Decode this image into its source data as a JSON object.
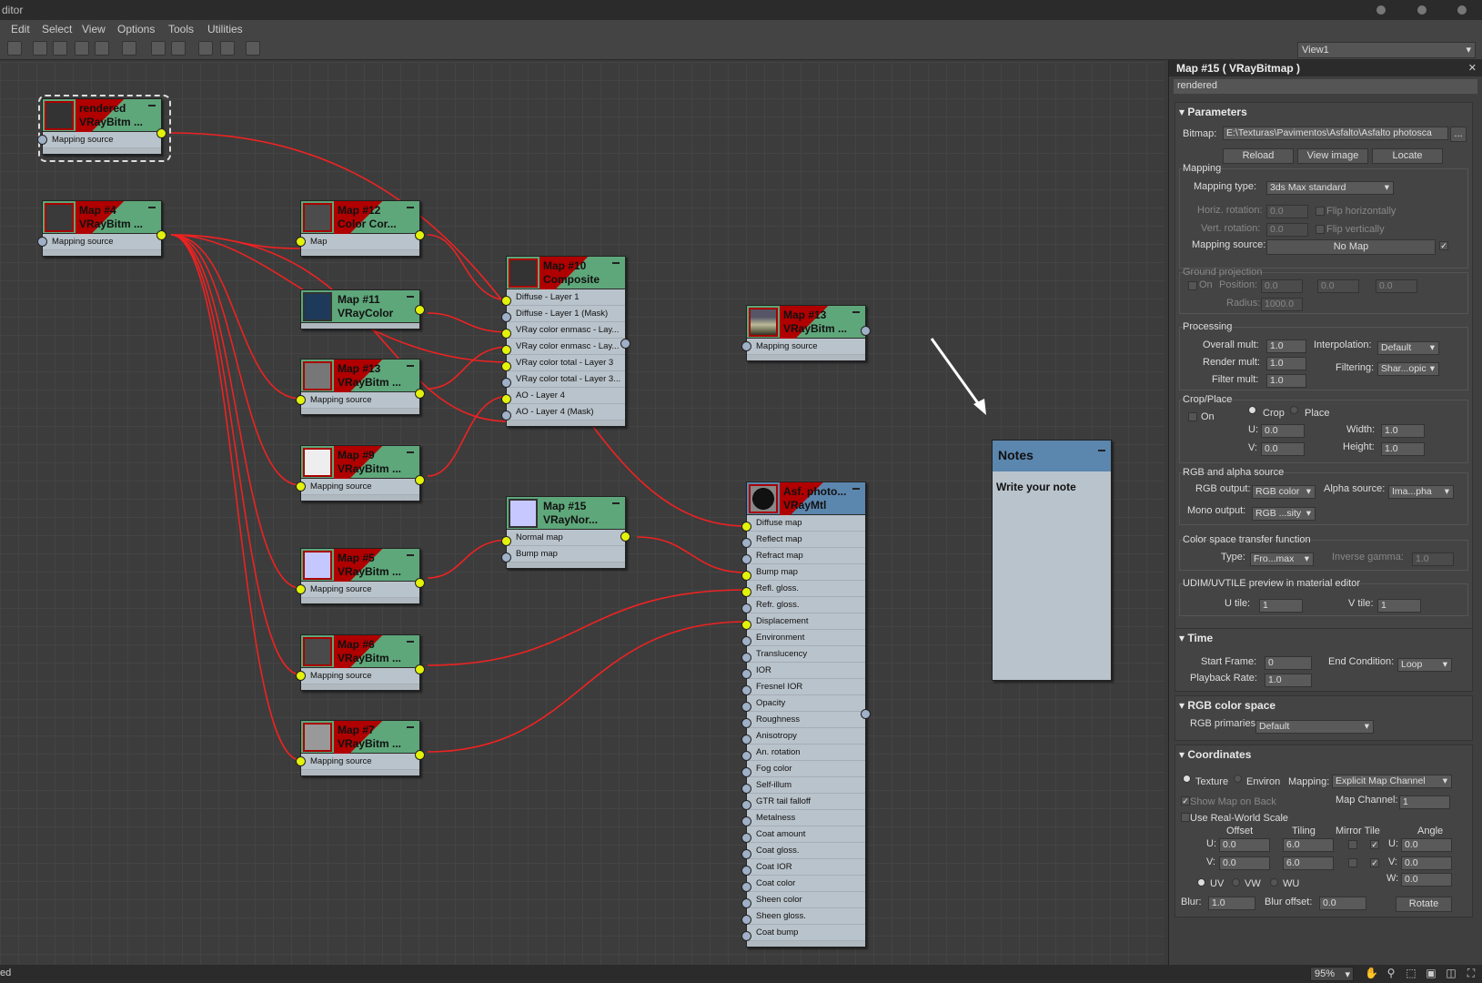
{
  "window": {
    "title": "ditor"
  },
  "menu": [
    "Edit",
    "Select",
    "View",
    "Options",
    "Tools",
    "Utilities"
  ],
  "view_selector": "View1",
  "nodes": {
    "n_rendered": {
      "title1": "rendered",
      "title2": "VRayBitm ...",
      "slots": [
        "Mapping source"
      ]
    },
    "n_map4": {
      "title1": "Map #4",
      "title2": "VRayBitm ...",
      "slots": [
        "Mapping source"
      ]
    },
    "n_map12": {
      "title1": "Map #12",
      "title2": "Color Cor...",
      "slots": [
        "Map"
      ]
    },
    "n_map11": {
      "title1": "Map #11",
      "title2": "VRayColor",
      "slots": []
    },
    "n_map13a": {
      "title1": "Map #13",
      "title2": "VRayBitm ...",
      "slots": [
        "Mapping source"
      ]
    },
    "n_map9": {
      "title1": "Map #9",
      "title2": "VRayBitm ...",
      "slots": [
        "Mapping source"
      ]
    },
    "n_map5": {
      "title1": "Map #5",
      "title2": "VRayBitm ...",
      "slots": [
        "Mapping source"
      ]
    },
    "n_map6": {
      "title1": "Map #6",
      "title2": "VRayBitm ...",
      "slots": [
        "Mapping source"
      ]
    },
    "n_map7": {
      "title1": "Map #7",
      "title2": "VRayBitm ...",
      "slots": [
        "Mapping source"
      ]
    },
    "n_map10": {
      "title1": "Map #10",
      "title2": "Composite",
      "slots": [
        "Diffuse - Layer 1",
        "Diffuse - Layer 1 (Mask)",
        "VRay color enmasc - Lay...",
        "VRay color enmasc - Lay...",
        "VRay color total - Layer 3",
        "VRay color total - Layer 3...",
        "AO - Layer 4",
        "AO - Layer 4 (Mask)"
      ]
    },
    "n_map15": {
      "title1": "Map #15",
      "title2": "VRayNor...",
      "slots": [
        "Normal map",
        "Bump map"
      ]
    },
    "n_map13b": {
      "title1": "Map #13",
      "title2": "VRayBitm ...",
      "slots": [
        "Mapping source"
      ]
    },
    "n_mtl": {
      "title1": "Asf. photo...",
      "title2": "VRayMtl",
      "slots": [
        "Diffuse map",
        "Reflect map",
        "Refract map",
        "Bump map",
        "Refl. gloss.",
        "Refr. gloss.",
        "Displacement",
        "Environment",
        "Translucency",
        "IOR",
        "Fresnel IOR",
        "Opacity",
        "Roughness",
        "Anisotropy",
        "An. rotation",
        "Fog color",
        "Self-illum",
        "GTR tail falloff",
        "Metalness",
        "Coat amount",
        "Coat gloss.",
        "Coat IOR",
        "Coat color",
        "Sheen color",
        "Sheen gloss.",
        "Coat bump"
      ]
    }
  },
  "notes": {
    "title": "Notes",
    "body": "Write your note"
  },
  "panel": {
    "title": "Map #15  ( VRayBitmap )",
    "name": "rendered",
    "parameters": {
      "header": "Parameters",
      "bitmap_label": "Bitmap:",
      "bitmap_path": "E:\\Texturas\\Pavimentos\\Asfalto\\Asfalto photosca",
      "browse": "...",
      "reload": "Reload",
      "view_image": "View image",
      "locate": "Locate",
      "mapping_group": "Mapping",
      "mapping_type_label": "Mapping type:",
      "mapping_type": "3ds Max standard",
      "horiz_rot_label": "Horiz. rotation:",
      "horiz_rot": "0.0",
      "flip_h": "Flip horizontally",
      "vert_rot_label": "Vert. rotation:",
      "vert_rot": "0.0",
      "flip_v": "Flip vertically",
      "mapping_source_label": "Mapping source:",
      "mapping_source": "No Map",
      "ground_group": "Ground projection",
      "on": "On",
      "position_label": "Position:",
      "pos_x": "0.0",
      "pos_y": "0.0",
      "pos_z": "0.0",
      "radius_label": "Radius:",
      "radius": "1000.0",
      "processing_group": "Processing",
      "overall_label": "Overall mult:",
      "overall": "1.0",
      "interp_label": "Interpolation:",
      "interp": "Default",
      "render_label": "Render mult:",
      "render": "1.0",
      "filtering_label": "Filtering:",
      "filtering": "Shar...opic",
      "filter_label": "Filter mult:",
      "filter": "1.0",
      "crop_group": "Crop/Place",
      "crop_on": "On",
      "crop": "Crop",
      "place": "Place",
      "u_label": "U:",
      "u": "0.0",
      "v_label": "V:",
      "v": "0.0",
      "width_label": "Width:",
      "width": "1.0",
      "height_label": "Height:",
      "height": "1.0",
      "rgb_group": "RGB and alpha source",
      "rgb_out_label": "RGB output:",
      "rgb_out": "RGB color",
      "alpha_label": "Alpha source:",
      "alpha": "Ima...pha",
      "mono_label": "Mono output:",
      "mono": "RGB ...sity",
      "cs_group": "Color space transfer function",
      "type_label": "Type:",
      "type": "Fro...max",
      "gamma_label": "Inverse gamma:",
      "gamma": "1.0",
      "udim_group": "UDIM/UVTILE preview in material editor",
      "utile_label": "U tile:",
      "utile": "1",
      "vtile_label": "V tile:",
      "vtile": "1"
    },
    "time": {
      "header": "Time",
      "start_label": "Start Frame:",
      "start": "0",
      "end_label": "End Condition:",
      "end": "Loop",
      "rate_label": "Playback Rate:",
      "rate": "1.0"
    },
    "rgbspace": {
      "header": "RGB color space",
      "prim_label": "RGB primaries:",
      "prim": "Default"
    },
    "coords": {
      "header": "Coordinates",
      "texture": "Texture",
      "environ": "Environ",
      "mapping_label": "Mapping:",
      "mapping": "Explicit Map Channel",
      "show_back": "Show Map on Back",
      "channel_label": "Map Channel:",
      "channel": "1",
      "realworld": "Use Real-World Scale",
      "offset": "Offset",
      "tiling": "Tiling",
      "mirror": "Mirror Tile",
      "angle": "Angle",
      "u_label": "U:",
      "u_off": "0.0",
      "u_tile": "6.0",
      "u_ang": "0.0",
      "v_label": "V:",
      "v_off": "0.0",
      "v_tile": "6.0",
      "v_ang": "0.0",
      "w_label": "W:",
      "w_ang": "0.0",
      "uv": "UV",
      "vw": "VW",
      "wu": "WU",
      "blur_label": "Blur:",
      "blur": "1.0",
      "bluroff_label": "Blur offset:",
      "bluroff": "0.0",
      "rotate": "Rotate"
    }
  },
  "status": {
    "left": "ed",
    "zoom": "95%"
  }
}
